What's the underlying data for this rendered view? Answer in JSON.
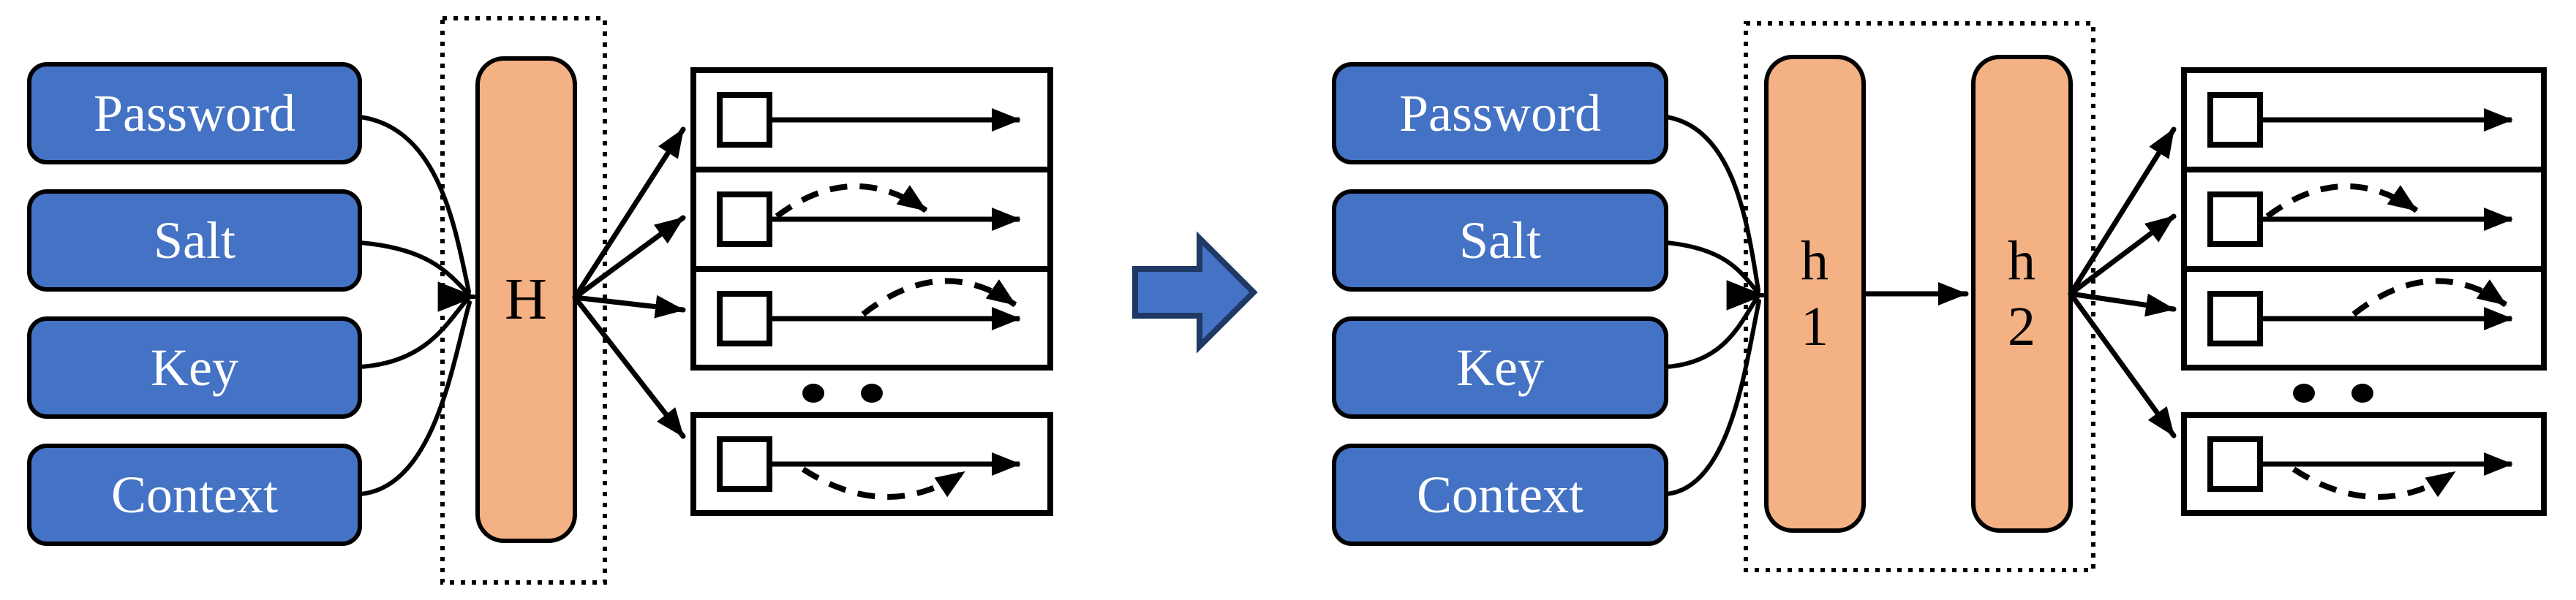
{
  "diagram": {
    "inputs": [
      "Password",
      "Salt",
      "Key",
      "Context"
    ],
    "left": {
      "hash_label": "H"
    },
    "right": {
      "hash1": {
        "line1": "h",
        "line2": "1"
      },
      "hash2": {
        "line1": "h",
        "line2": "2"
      }
    }
  },
  "colors": {
    "input_fill": "#4472C4",
    "hash_fill": "#F4B183",
    "transform_arrow_fill": "#4472C4",
    "transform_arrow_border": "#1F3864",
    "line": "#000000",
    "input_text": "#FFFFFF",
    "hash_text": "#000000",
    "background": "#FFFFFF"
  }
}
